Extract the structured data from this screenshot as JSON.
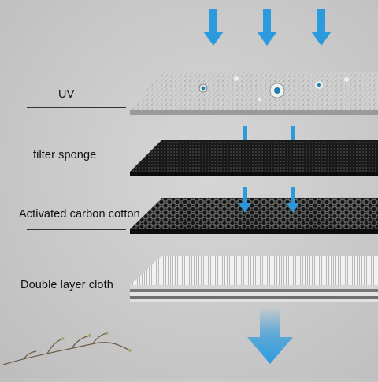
{
  "layers": [
    {
      "label": "UV"
    },
    {
      "label": "filter sponge"
    },
    {
      "label": "Activated carbon cotton"
    },
    {
      "label": "Double layer cloth"
    }
  ],
  "icons": {
    "airflow": "down-arrow-icon",
    "plant": "twig-icon"
  },
  "colors": {
    "arrow": "#2b9bde",
    "background": "#c9c9c9",
    "uv_layer": "#cfcfcf",
    "sponge_layer": "#1c1c1c",
    "carbon_layer": "#222222",
    "cloth_layer": "#e6e6e6"
  }
}
